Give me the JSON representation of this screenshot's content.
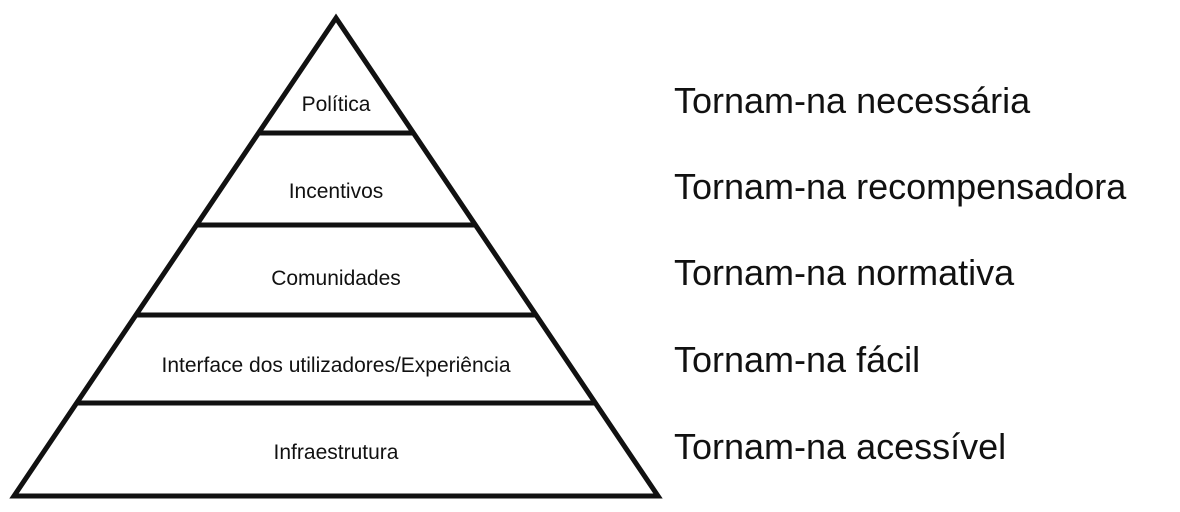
{
  "colors": {
    "stroke": "#111111",
    "fill": "#ffffff",
    "text": "#111111"
  },
  "tiers": [
    {
      "label": "Política",
      "effect": "Tornam-na necessária"
    },
    {
      "label": "Incentivos",
      "effect": "Tornam-na recompensadora"
    },
    {
      "label": "Comunidades",
      "effect": "Tornam-na normativa"
    },
    {
      "label": "Interface dos utilizadores/Experiência",
      "effect": "Tornam-na fácil"
    },
    {
      "label": "Infraestrutura",
      "effect": "Tornam-na acessível"
    }
  ]
}
